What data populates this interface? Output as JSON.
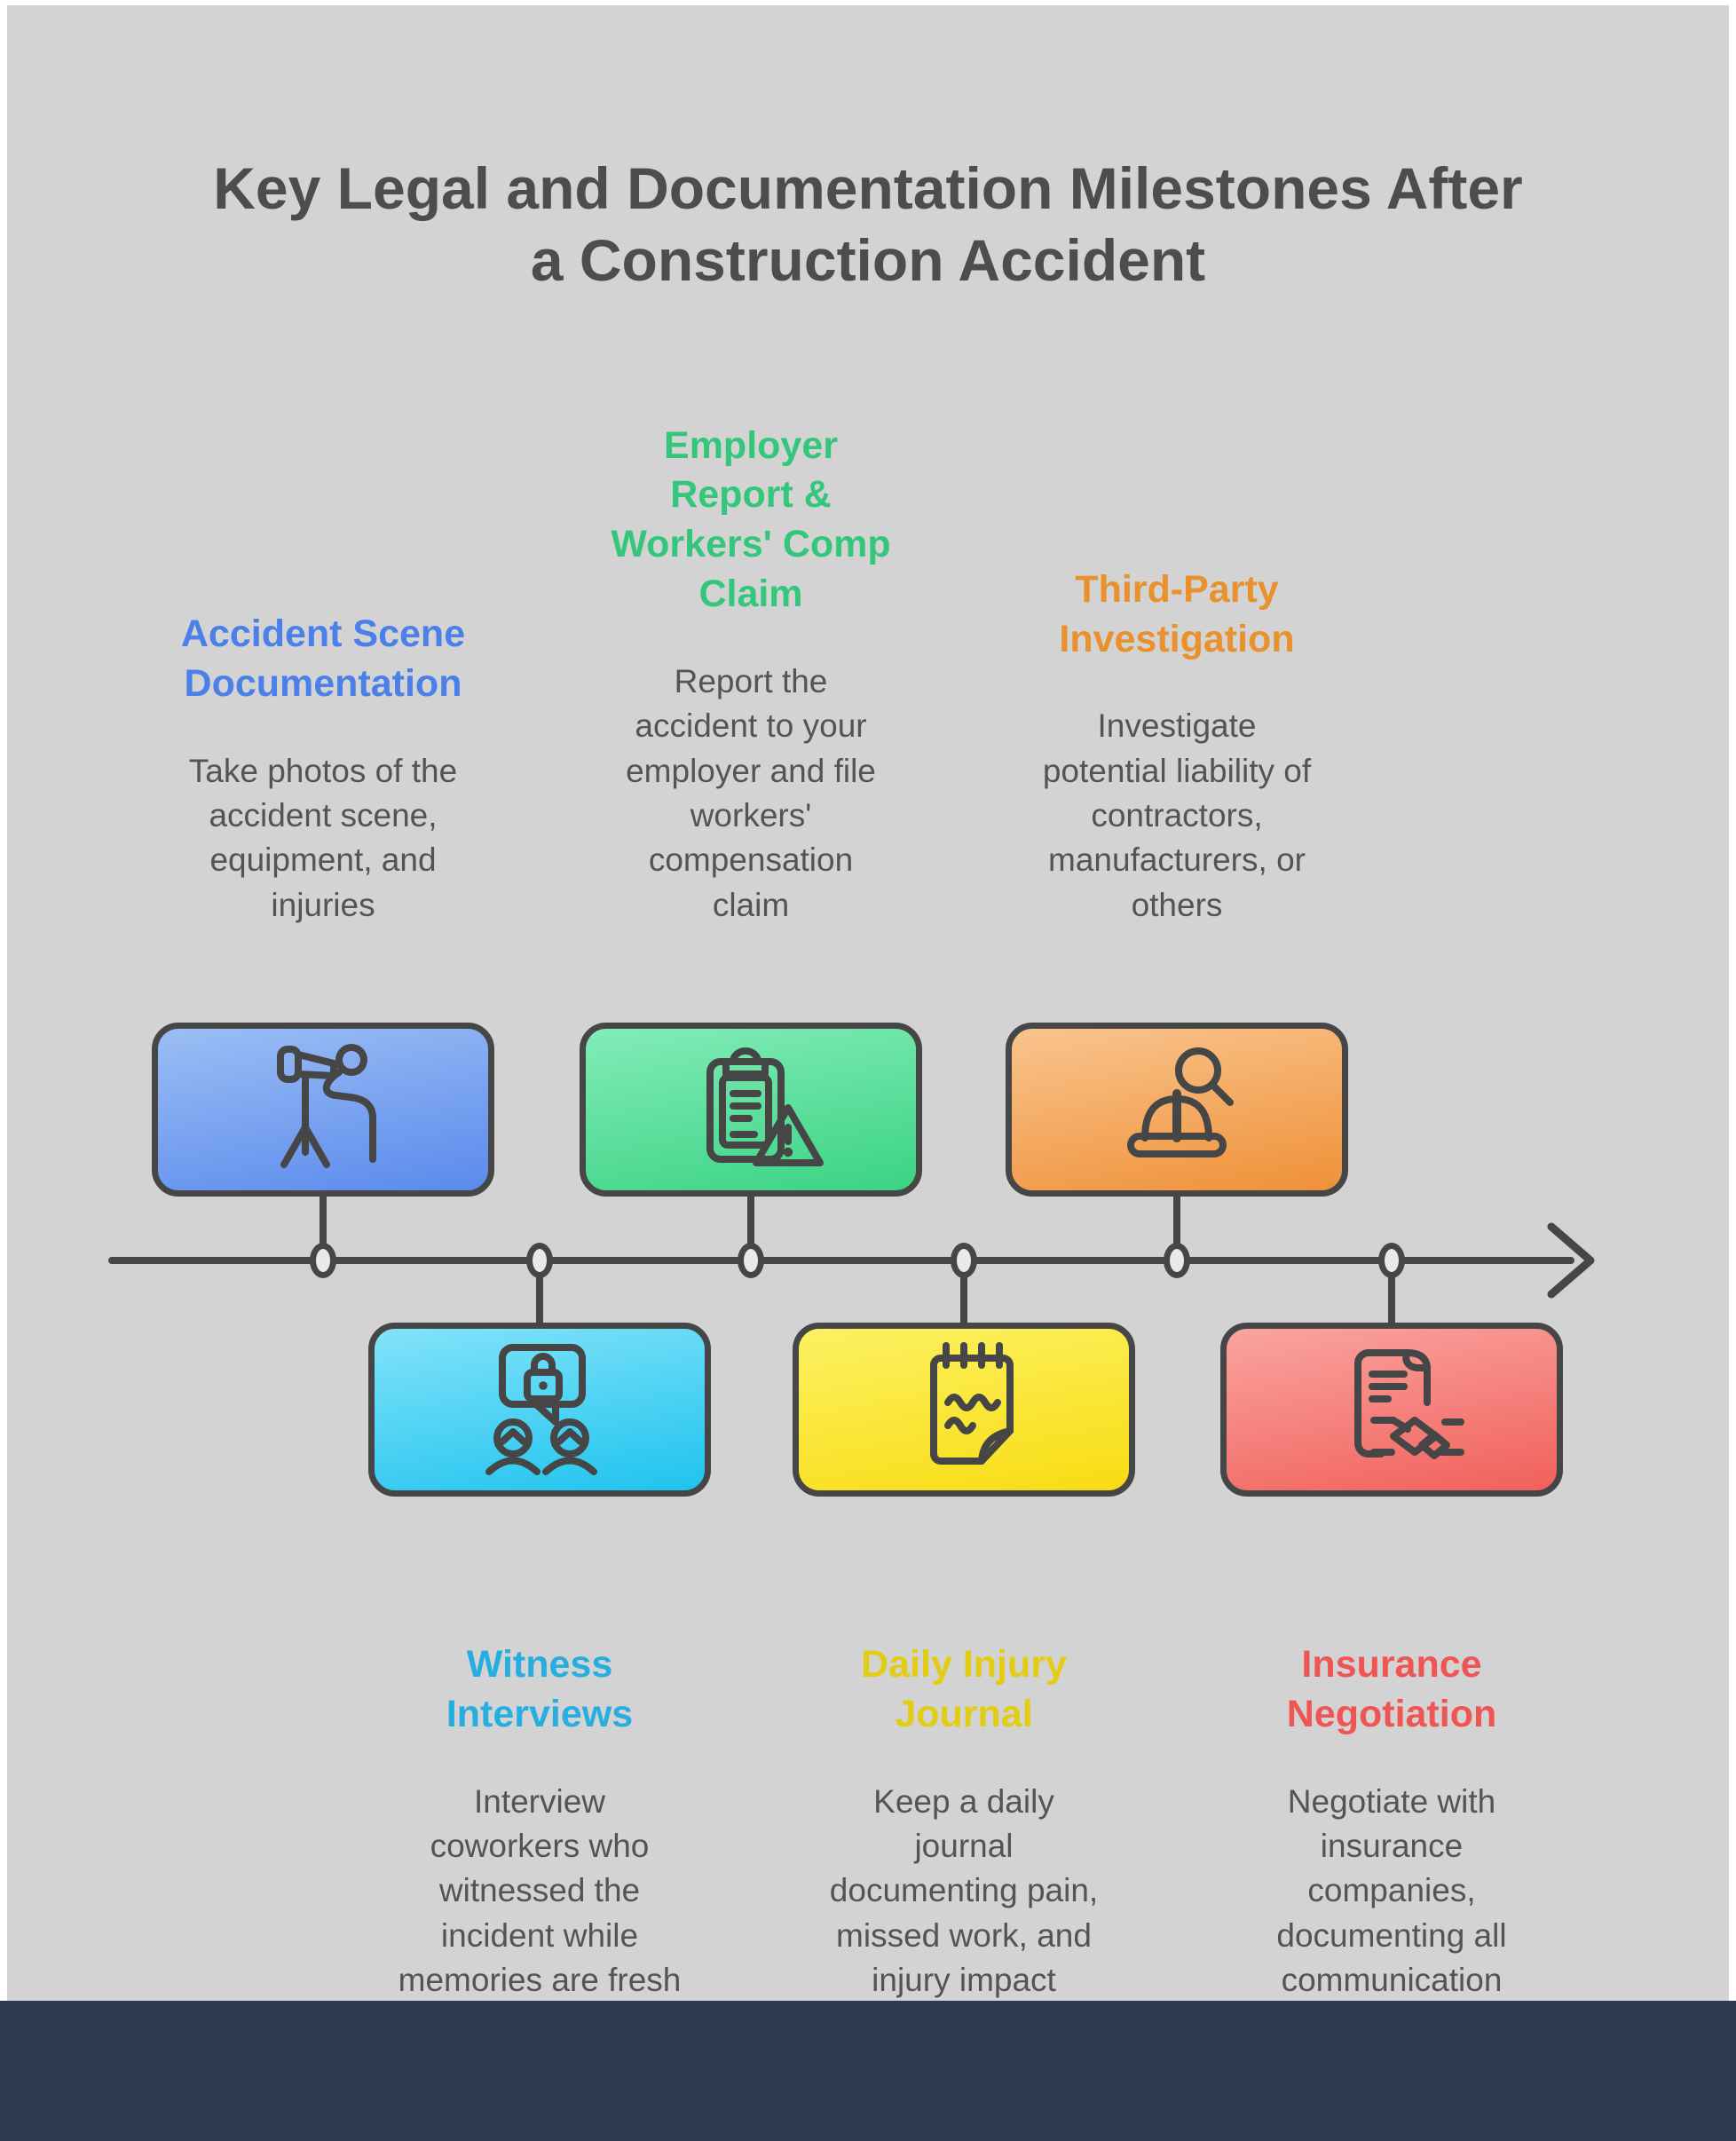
{
  "palette": {
    "background": "#FFFFFF",
    "canvas": "#D3D3D3",
    "footer": "#2B3A4D",
    "outline": "#464646",
    "title_color": "#4D4D4D",
    "body_text": "#545454"
  },
  "title": {
    "text": "Key Legal and Documentation Milestones After\na Construction Accident"
  },
  "timeline": {
    "direction": "left-to-right",
    "node_count": 6,
    "arrow": "right"
  },
  "milestones": [
    {
      "heading": "Accident Scene\nDocumentation",
      "heading_color": "#4A80E8",
      "description": "Take photos of the\naccident scene,\nequipment, and\ninjuries",
      "icon": "camera-tripod-icon",
      "position": "top",
      "card_gradient": [
        "#9CBEF5",
        "#5A8AEC"
      ]
    },
    {
      "heading": "Employer\nReport &\nWorkers' Comp\nClaim",
      "heading_color": "#34C77B",
      "description": "Report the\naccident to your\nemployer and file\nworkers'\ncompensation\nclaim",
      "icon": "clipboard-warning-icon",
      "position": "top",
      "card_gradient": [
        "#82ECB8",
        "#3BD383"
      ]
    },
    {
      "heading": "Third-Party\nInvestigation",
      "heading_color": "#E8912D",
      "description": "Investigate\npotential liability of\ncontractors,\nmanufacturers, or\nothers",
      "icon": "hardhat-magnifier-icon",
      "position": "top",
      "card_gradient": [
        "#F9C48E",
        "#EF9138"
      ]
    },
    {
      "heading": "Witness\nInterviews",
      "heading_color": "#27AEE0",
      "description": "Interview\ncoworkers who\nwitnessed the\nincident while\nmemories are fresh",
      "icon": "witness-lock-chat-icon",
      "position": "bottom",
      "card_gradient": [
        "#82E3F9",
        "#1FC3EF"
      ]
    },
    {
      "heading": "Daily Injury\nJournal",
      "heading_color": "#E3CC14",
      "description": "Keep a daily\njournal\ndocumenting pain,\nmissed work, and\ninjury impact",
      "icon": "injury-journal-icon",
      "position": "bottom",
      "card_gradient": [
        "#FDF163",
        "#F8DC12"
      ]
    },
    {
      "heading": "Insurance\nNegotiation",
      "heading_color": "#F05555",
      "description": "Negotiate with\ninsurance\ncompanies,\ndocumenting all\ncommunication",
      "icon": "contract-handshake-icon",
      "position": "bottom",
      "card_gradient": [
        "#FAA49F",
        "#F1605C"
      ]
    }
  ]
}
